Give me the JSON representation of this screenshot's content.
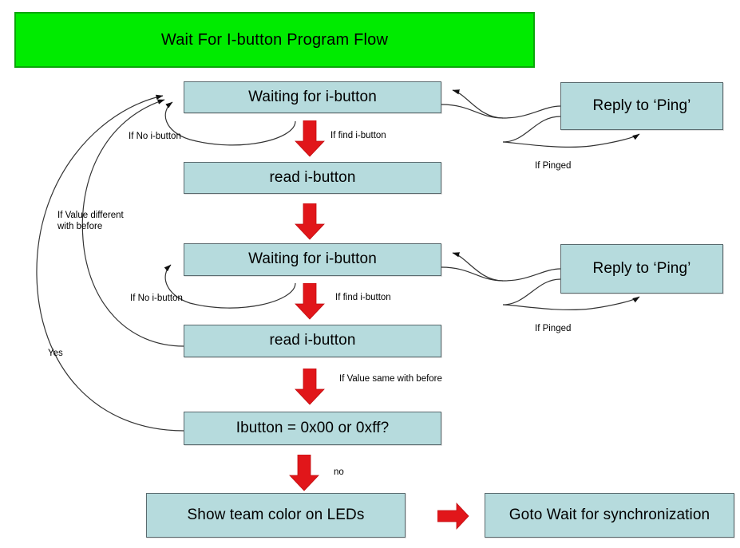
{
  "title": {
    "text": "Wait For I-button Program Flow",
    "bg_color": "#00eb00",
    "border_color": "#0aa60a"
  },
  "theme": {
    "node_fill": "#b6dbdd",
    "node_border": "#5a6a6e",
    "arrow_red": "#e1161a",
    "connector_stroke": "#333333",
    "page_bg": "#ffffff"
  },
  "nodes": [
    {
      "id": "wait1",
      "label": "Waiting for i-button"
    },
    {
      "id": "read1",
      "label": "read i-button"
    },
    {
      "id": "wait2",
      "label": "Waiting for i-button"
    },
    {
      "id": "read2",
      "label": "read i-button"
    },
    {
      "id": "decision",
      "label": "Ibutton = 0x00 or 0xff?"
    },
    {
      "id": "leds",
      "label": "Show team color on LEDs"
    },
    {
      "id": "goto",
      "label": "Goto Wait for synchronization"
    },
    {
      "id": "ping1",
      "label": "Reply to ‘Ping’"
    },
    {
      "id": "ping2",
      "label": "Reply to ‘Ping’"
    }
  ],
  "edge_labels": {
    "no_ibutton_1": "If No i-button",
    "find_ibutton_1": "If find i-button",
    "pinged_1": "If Pinged",
    "value_different": "If Value different\nwith before",
    "no_ibutton_2": "If No i-button",
    "find_ibutton_2": "If find i-button",
    "pinged_2": "If Pinged",
    "value_same": "If Value same with before",
    "yes": "Yes",
    "no": "no"
  }
}
